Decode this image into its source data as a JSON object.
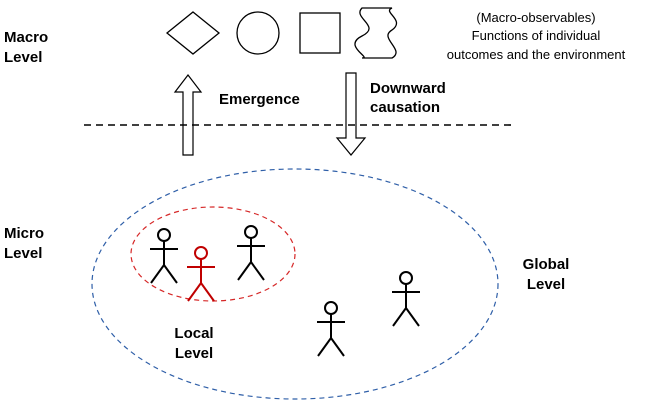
{
  "levels": {
    "macro": [
      "Macro",
      "Level"
    ],
    "micro": [
      "Micro",
      "Level"
    ],
    "local": [
      "Local",
      "Level"
    ],
    "global": [
      "Global",
      "Level"
    ]
  },
  "arrows": {
    "emergence": "Emergence",
    "downward": [
      "Downward",
      "causation"
    ]
  },
  "macro_note": [
    "(Macro-observables)",
    "Functions of individual",
    "outcomes and the environment"
  ],
  "macro_shapes": [
    "diamond",
    "circle",
    "square",
    "wave"
  ],
  "agents": {
    "local_colors": [
      "#000000",
      "#c00000",
      "#000000"
    ],
    "global_count": 2
  },
  "colors": {
    "global_boundary": "#2f5fa8",
    "local_boundary": "#d62828",
    "focal_agent": "#c00000",
    "divider": "#000000"
  }
}
